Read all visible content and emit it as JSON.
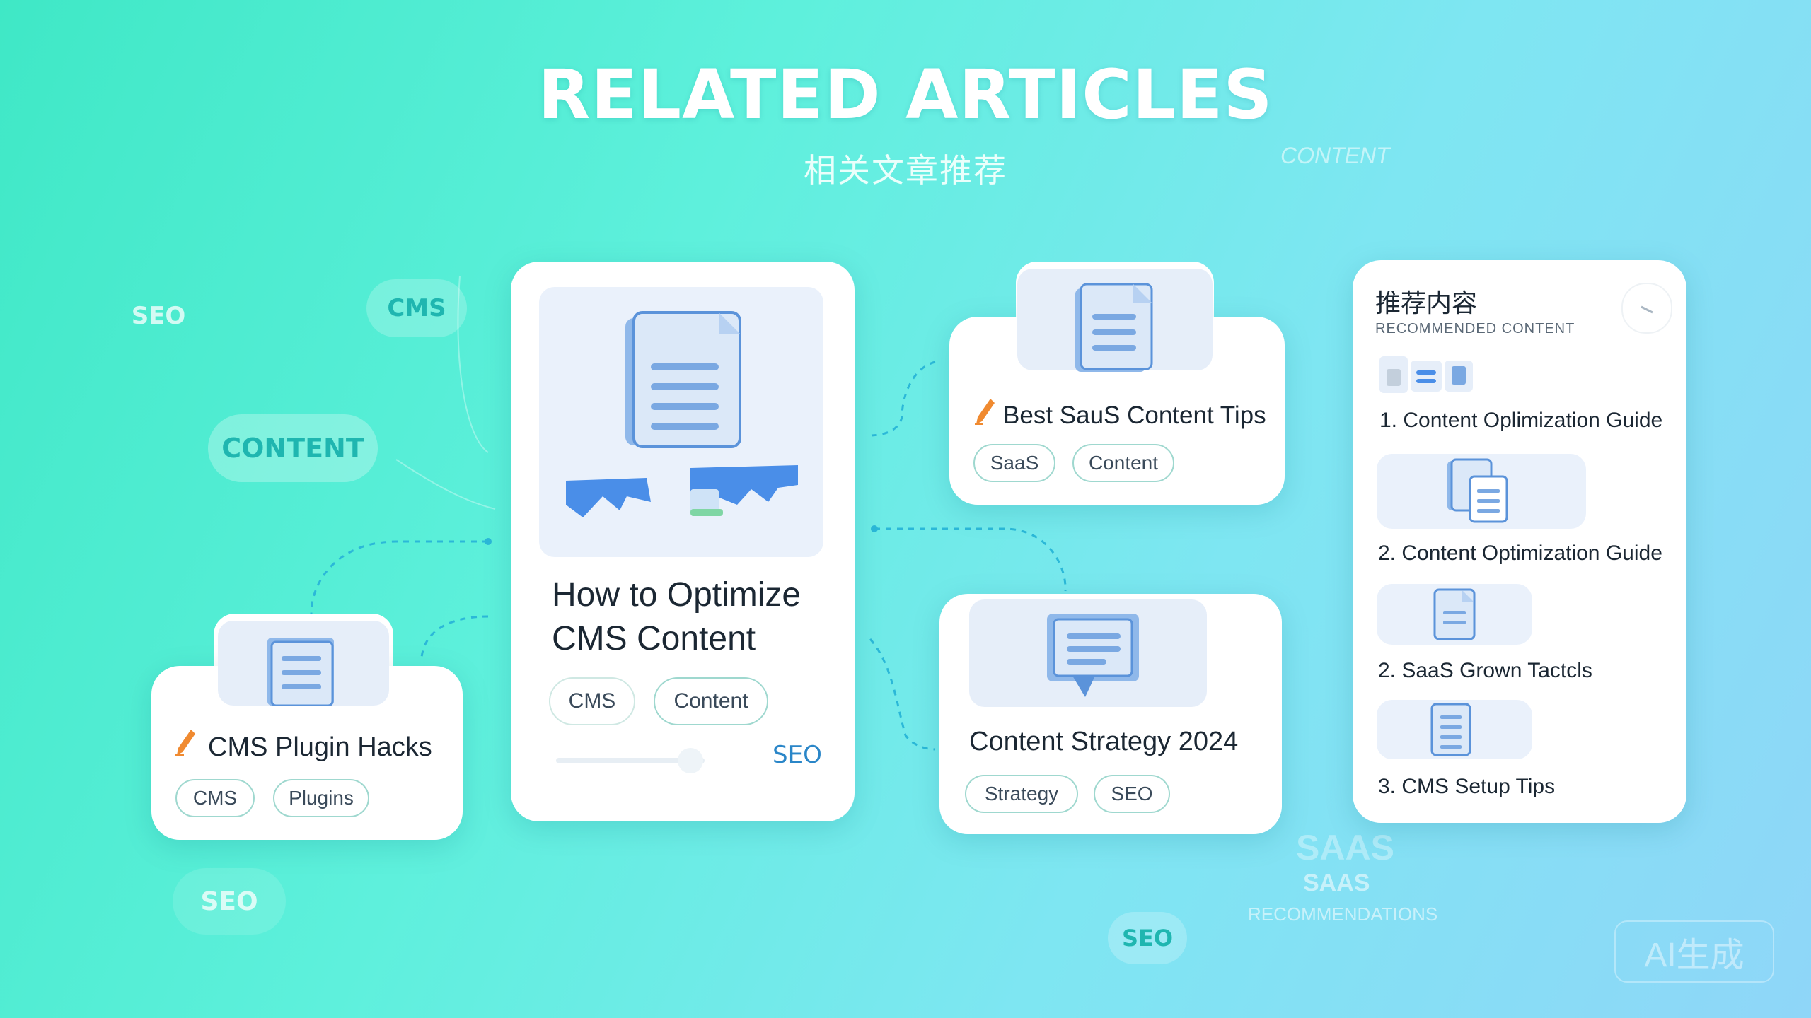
{
  "header": {
    "title": "RELATED ARTICLES",
    "subtitle": "相关文章推荐"
  },
  "background_words": {
    "content_top": "CONTENT",
    "saas_big": "SAAS",
    "saas_small": "SAAS",
    "recommendations": "RECOMMENDATIONS",
    "ai_badge": "AI生成"
  },
  "bubbles": {
    "seo_left": "SEO",
    "cms": "CMS",
    "content": "CONTENT",
    "seo_bottom_left": "SEO",
    "seo_bottom_center": "SEO"
  },
  "cards": {
    "plugin_hacks": {
      "title": "CMS Plugin Hacks",
      "tags": [
        "CMS",
        "Plugins"
      ]
    },
    "main": {
      "title_line1": "How to Optimize",
      "title_line2": "CMS Content",
      "tags": [
        "CMS",
        "Content"
      ],
      "side_label": "SEO"
    },
    "saas_tips": {
      "title": "Best SauS Content Tips",
      "tags": [
        "SaaS",
        "Content"
      ]
    },
    "strategy": {
      "title": "Content Strategy 2024",
      "tags": [
        "Strategy",
        "SEO"
      ]
    }
  },
  "recommended": {
    "title": "推荐内容",
    "subtitle": "RECOMMENDED CONTENT",
    "items": [
      "1.  Content Oplimization Guide",
      "2. Content Optimization Guide",
      "2. SaaS Grown Tactcls",
      "3. CMS Setup Tips"
    ]
  },
  "colors": {
    "accent": "#2bb8d8",
    "tag_border": "#9fd8cf",
    "icon_blue": "#4a8ee8",
    "pen_orange": "#f08a30"
  }
}
